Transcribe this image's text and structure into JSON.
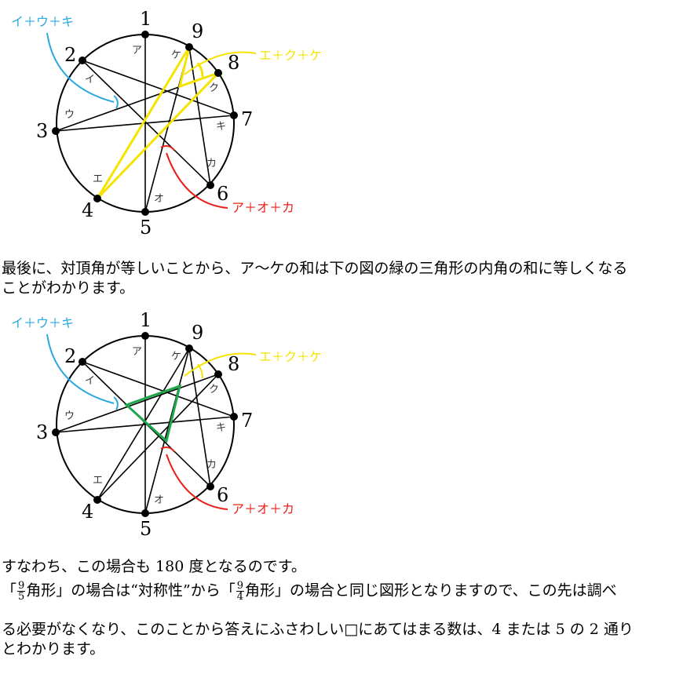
{
  "figure": {
    "points": [
      "1",
      "2",
      "3",
      "4",
      "5",
      "6",
      "7",
      "8",
      "9"
    ],
    "angles": [
      "ア",
      "イ",
      "ウ",
      "エ",
      "オ",
      "カ",
      "キ",
      "ク",
      "ケ"
    ],
    "labels": {
      "blue": "イ＋ウ＋キ",
      "yellow": "エ＋ク＋ケ",
      "red": "ア＋オ＋カ"
    },
    "colors": {
      "blue": "#29a8e0",
      "yellow": "#f5e300",
      "red": "#e8201a",
      "green": "#1fa84b"
    }
  },
  "text": {
    "para1_line1": "最後に、対頂角が等しいことから、ア〜ケの和は下の図の緑の三角形の内角の和に等しくなる",
    "para1_line2": "ことがわかります。",
    "para2": "すなわち、この場合も 180 度となるのです。",
    "para3_a": "「",
    "frac1_num": "9",
    "frac1_den": "5",
    "para3_b": "角形」の場合は“対称性”から「",
    "frac2_num": "9",
    "frac2_den": "4",
    "para3_c": "角形」の場合と同じ図形となりますので、この先は調べ",
    "para4": "る必要がなくなり、このことから答えにふさわしい□にあてはまる数は、4 または 5 の 2 通り",
    "para5": "とわかります。"
  }
}
